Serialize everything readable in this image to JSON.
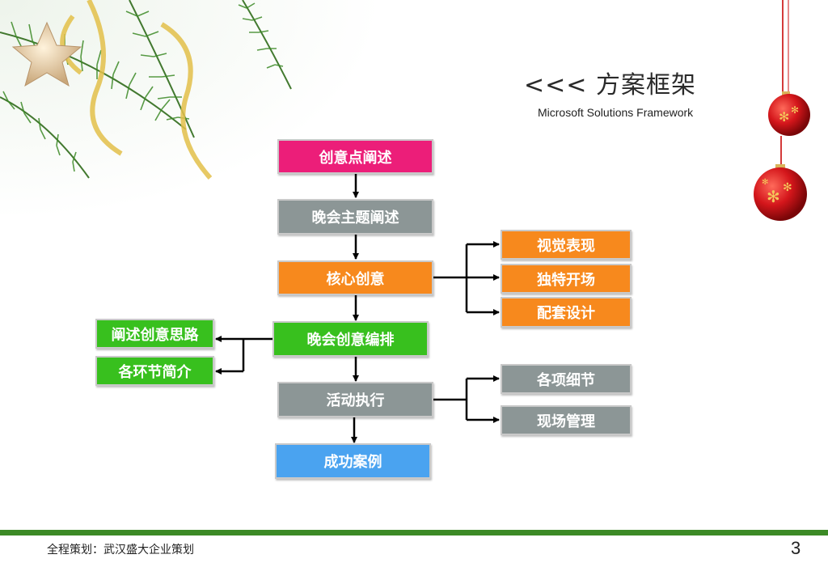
{
  "header": {
    "title": "<<<  方案框架",
    "subtitle": "Microsoft Solutions Framework"
  },
  "flow": {
    "main": {
      "n1": "创意点阐述",
      "n2": "晚会主题阐述",
      "n3": "核心创意",
      "n4": "晚会创意编排",
      "n5": "活动执行",
      "n6": "成功案例"
    },
    "core_branches": {
      "b1": "视觉表现",
      "b2": "独特开场",
      "b3": "配套设计"
    },
    "arrange_branches": {
      "b1": "阐述创意思路",
      "b2": "各环节简介"
    },
    "execute_branches": {
      "b1": "各项细节",
      "b2": "现场管理"
    }
  },
  "colors": {
    "pink": "#ec1e79",
    "gray": "#8c9696",
    "orange": "#f7891d",
    "green": "#38c01e",
    "blue": "#4aa3f0",
    "footer_bar": "#3c8a26"
  },
  "decorations": [
    "pine-branch-icon",
    "star-ornament-icon",
    "gold-ribbon-icon",
    "christmas-ball-icon"
  ],
  "footer": {
    "text": "全程策划：武汉盛大企业策划",
    "page_number": "3"
  }
}
